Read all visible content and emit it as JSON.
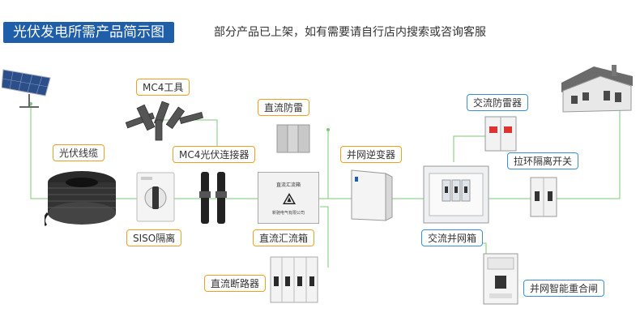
{
  "header": {
    "title": "光伏发电所需产品简示图",
    "subtitle": "部分产品已上架，如有需要请自行店内搜索或咨询客服"
  },
  "labels": {
    "mc4_tool": "MC4工具",
    "pv_cable": "光伏线缆",
    "mc4_connector": "MC4光伏连接器",
    "dc_spd": "直流防雷",
    "siso": "SISO隔离",
    "dc_combiner": "直流汇流箱",
    "dc_breaker": "直流断路器",
    "inverter": "并网逆变器",
    "ac_spd": "交流防雷器",
    "pull_switch": "拉环隔离开关",
    "ac_box": "交流并网箱",
    "smart_reclose": "并网智能重合闸"
  },
  "devices": {
    "combiner_text_top": "直流汇流箱",
    "combiner_text_bottom": "新驰电气有限公司"
  },
  "colors": {
    "title_bg": "#1f5ea8",
    "orange": "#f0a020",
    "blue": "#3a8fd8",
    "line": "#7dc87a"
  }
}
